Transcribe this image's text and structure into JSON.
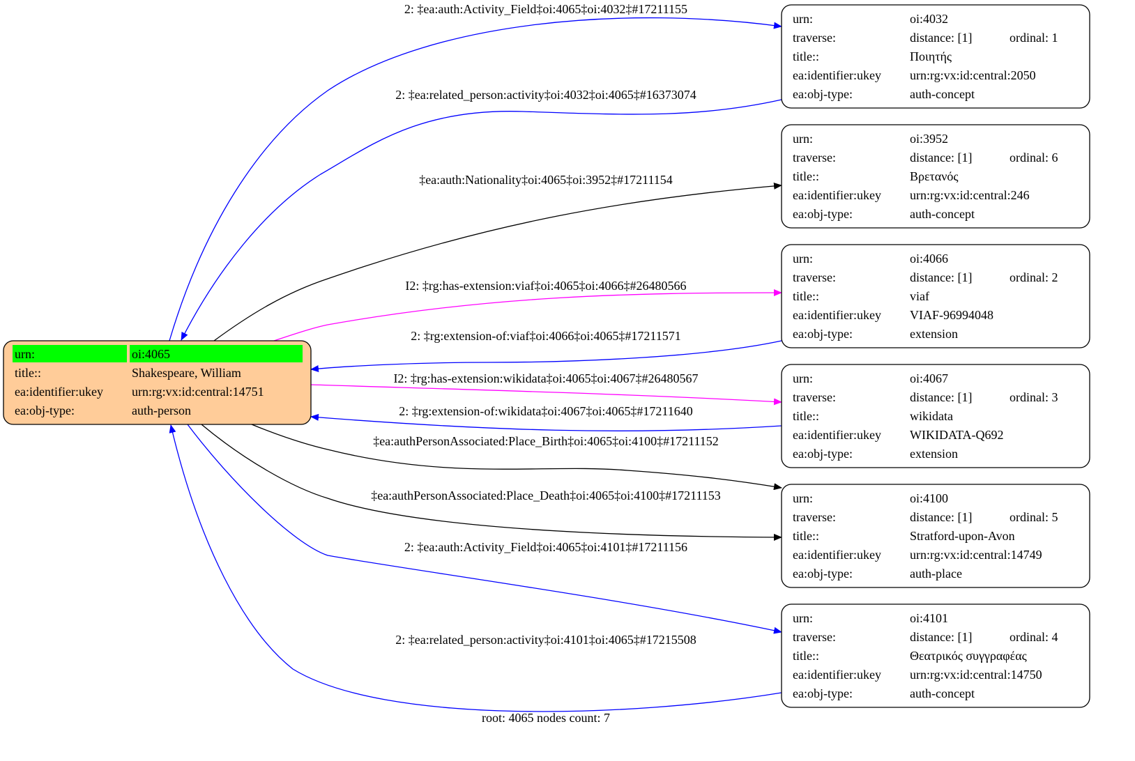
{
  "colors": {
    "blue": "#0000ff",
    "magenta": "#ff00ff",
    "black": "#000000",
    "root_fill": "#ffcc99",
    "highlight": "#00ff00"
  },
  "root": {
    "rows": [
      {
        "k": "urn:",
        "v": "oi:4065"
      },
      {
        "k": "title::",
        "v": "Shakespeare, William"
      },
      {
        "k": "ea:identifier:ukey",
        "v": "urn:rg:vx:id:central:14751"
      },
      {
        "k": "ea:obj-type:",
        "v": "auth-person"
      }
    ]
  },
  "nodes": [
    {
      "urn": "oi:4032",
      "distance": "distance: [1]",
      "ordinal": "ordinal: 1",
      "title": "Ποιητής",
      "ukey": "urn:rg:vx:id:central:2050",
      "type": "auth-concept"
    },
    {
      "urn": "oi:3952",
      "distance": "distance: [1]",
      "ordinal": "ordinal: 6",
      "title": "Βρετανός",
      "ukey": "urn:rg:vx:id:central:246",
      "type": "auth-concept"
    },
    {
      "urn": "oi:4066",
      "distance": "distance: [1]",
      "ordinal": "ordinal: 2",
      "title": "viaf",
      "ukey": "VIAF-96994048",
      "type": "extension"
    },
    {
      "urn": "oi:4067",
      "distance": "distance: [1]",
      "ordinal": "ordinal: 3",
      "title": "wikidata",
      "ukey": "WIKIDATA-Q692",
      "type": "extension"
    },
    {
      "urn": "oi:4100",
      "distance": "distance: [1]",
      "ordinal": "ordinal: 5",
      "title": "Stratford-upon-Avon",
      "ukey": "urn:rg:vx:id:central:14749",
      "type": "auth-place"
    },
    {
      "urn": "oi:4101",
      "distance": "distance: [1]",
      "ordinal": "ordinal: 4",
      "title": "Θεατρικός συγγραφέας",
      "ukey": "urn:rg:vx:id:central:14750",
      "type": "auth-concept"
    }
  ],
  "keys": {
    "urn": "urn:",
    "traverse": "traverse:",
    "title": "title::",
    "ukey": "ea:identifier:ukey",
    "type": "ea:obj-type:"
  },
  "edges": [
    "2: ‡ea:auth:Activity_Field‡oi:4065‡oi:4032‡#17211155",
    "2: ‡ea:related_person:activity‡oi:4032‡oi:4065‡#16373074",
    "‡ea:auth:Nationality‡oi:4065‡oi:3952‡#17211154",
    "I2: ‡rg:has-extension:viaf‡oi:4065‡oi:4066‡#26480566",
    "2: ‡rg:extension-of:viaf‡oi:4066‡oi:4065‡#17211571",
    "I2: ‡rg:has-extension:wikidata‡oi:4065‡oi:4067‡#26480567",
    "2: ‡rg:extension-of:wikidata‡oi:4067‡oi:4065‡#17211640",
    "‡ea:authPersonAssociated:Place_Birth‡oi:4065‡oi:4100‡#17211152",
    "‡ea:authPersonAssociated:Place_Death‡oi:4065‡oi:4100‡#17211153",
    "2: ‡ea:auth:Activity_Field‡oi:4065‡oi:4101‡#17211156",
    "2: ‡ea:related_person:activity‡oi:4101‡oi:4065‡#17215508"
  ],
  "footer": "root: 4065 nodes count: 7"
}
